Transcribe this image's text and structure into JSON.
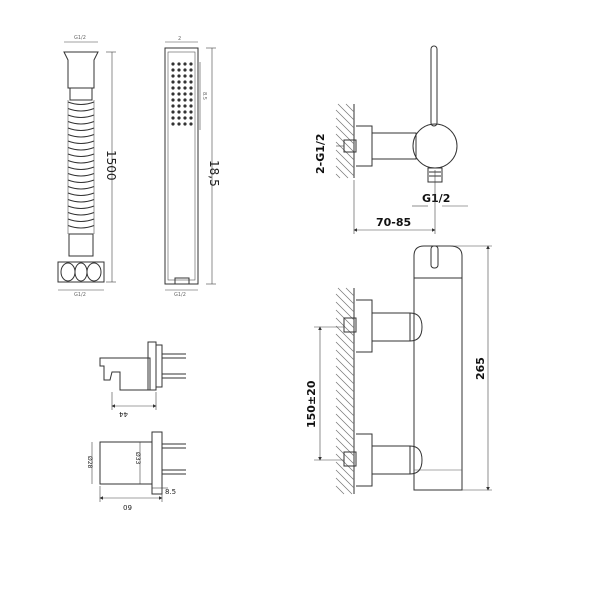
{
  "hose": {
    "length_label": "1500",
    "top_fitting_label": "G1/2",
    "bottom_fitting_label": "G1/2"
  },
  "hand_shower": {
    "length_label": "18,5",
    "top_label": "2",
    "side_label": "8.5",
    "bottom_label": "G1/2"
  },
  "wall_bracket": {
    "depth_label": "44"
  },
  "wall_outlet": {
    "flange_label": "Ø28",
    "body_label": "Ø33",
    "depth_label": "60",
    "protrusion_label": "8.5"
  },
  "mixer_top": {
    "inlet_label": "2-G1/2",
    "outlet_label": "G1/2",
    "projection_label": "70-85"
  },
  "mixer_front": {
    "centers_label": "150±20",
    "height_label": "265"
  }
}
